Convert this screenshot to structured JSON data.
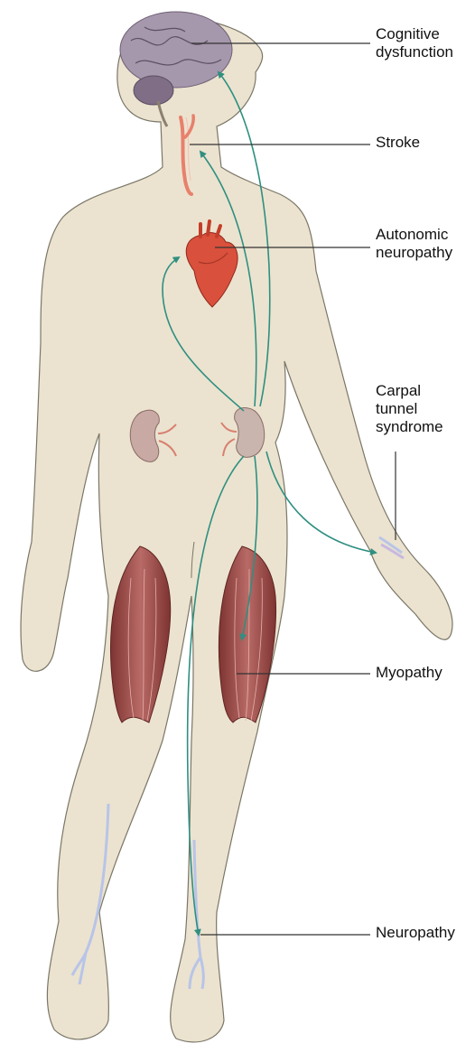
{
  "labels": {
    "cognitive": [
      "Cognitive",
      "dysfunction"
    ],
    "stroke": "Stroke",
    "autonomic": [
      "Autonomic",
      "neuropathy"
    ],
    "carpal": [
      "Carpal",
      "tunnel",
      "syndrome"
    ],
    "myopathy": "Myopathy",
    "neuropathy": "Neuropathy"
  },
  "colors": {
    "skin": "#ebe3cf",
    "skin_outline": "#7a7668",
    "arrow": "#2f8f80",
    "leader": "#333333",
    "brain": "#a597ac",
    "heart": "#d9503c",
    "kidney": "#c9a9a4",
    "artery": "#e8806c",
    "muscle": "#9c4a48",
    "nerve": "#b8c4e8"
  }
}
